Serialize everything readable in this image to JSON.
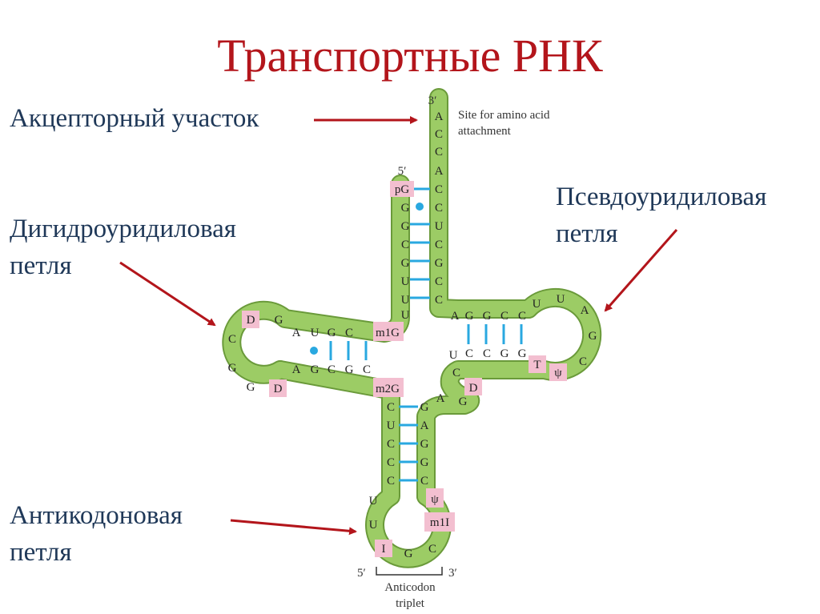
{
  "title": "Транспортные РНК",
  "labels": {
    "acceptor": "Акцепторный участок",
    "dihydrouridine_line1": "Дигидроуридиловая",
    "dihydrouridine_line2": "петля",
    "pseudouridine_line1": "Псевдоуридиловая",
    "pseudouridine_line2": "петля",
    "anticodon_line1": "Антикодоновая",
    "anticodon_line2": "петля"
  },
  "annotations": {
    "three_prime_top": "3′",
    "five_prime_top": "5′",
    "site_line1": "Site for amino acid",
    "site_line2": "attachment",
    "five_prime_bottom": "5′",
    "three_prime_bottom": "3′",
    "anticodon_line1": "Anticodon",
    "anticodon_line2": "triplet"
  },
  "colors": {
    "title": "#b3151b",
    "label_text": "#1f3858",
    "arrow": "#b3151b",
    "backbone": "#9ccc65",
    "backbone_outline": "#6a9a3a",
    "base_pair": "#29a8e0",
    "modified_base": "#f3bfd0",
    "nucleotide_text": "#222222"
  },
  "nucleotides": {
    "acceptor_3prime": [
      "A",
      "C",
      "C",
      "A",
      "C",
      "C",
      "U",
      "C"
    ],
    "acceptor_5prime": [
      "pG",
      "G",
      "G",
      "C",
      "G",
      "U",
      "U",
      "U"
    ],
    "d_stem_top": [
      "A",
      "U",
      "G",
      "C",
      "m1G"
    ],
    "d_loop": [
      "D",
      "G",
      "C",
      "G",
      "G",
      "D"
    ],
    "d_stem_bottom": [
      "A",
      "G",
      "C",
      "G",
      "C"
    ],
    "t_stem_top": [
      "A",
      "G",
      "G",
      "C",
      "C"
    ],
    "t_loop": [
      "U",
      "U",
      "A",
      "G",
      "C"
    ],
    "t_stem_bottom": [
      "C",
      "C",
      "G",
      "G",
      "T",
      "ψ"
    ],
    "variable_loop": [
      "U",
      "C",
      "D",
      "G",
      "A"
    ],
    "anticodon_stem_5prime": [
      "m2G",
      "C",
      "U",
      "C",
      "C",
      "C"
    ],
    "anticodon_stem_3prime": [
      "G",
      "A",
      "G",
      "G",
      "C",
      "ψ"
    ],
    "anticodon_loop": [
      "U",
      "U",
      "I",
      "G",
      "C",
      "m1I"
    ]
  }
}
